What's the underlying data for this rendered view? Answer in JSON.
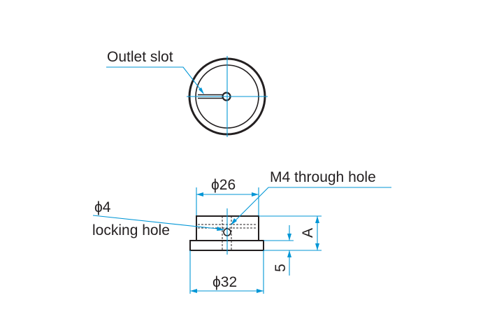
{
  "labels": {
    "outlet_slot": "Outlet slot",
    "phi26": "ϕ26",
    "m4_through_hole": "M4 through hole",
    "phi4": "ϕ4",
    "locking_hole": "locking hole",
    "phi32": "ϕ32",
    "dim_a": "A",
    "dim_5": "5"
  },
  "colors": {
    "line": "#231f20",
    "dimension": "#0096d6"
  }
}
